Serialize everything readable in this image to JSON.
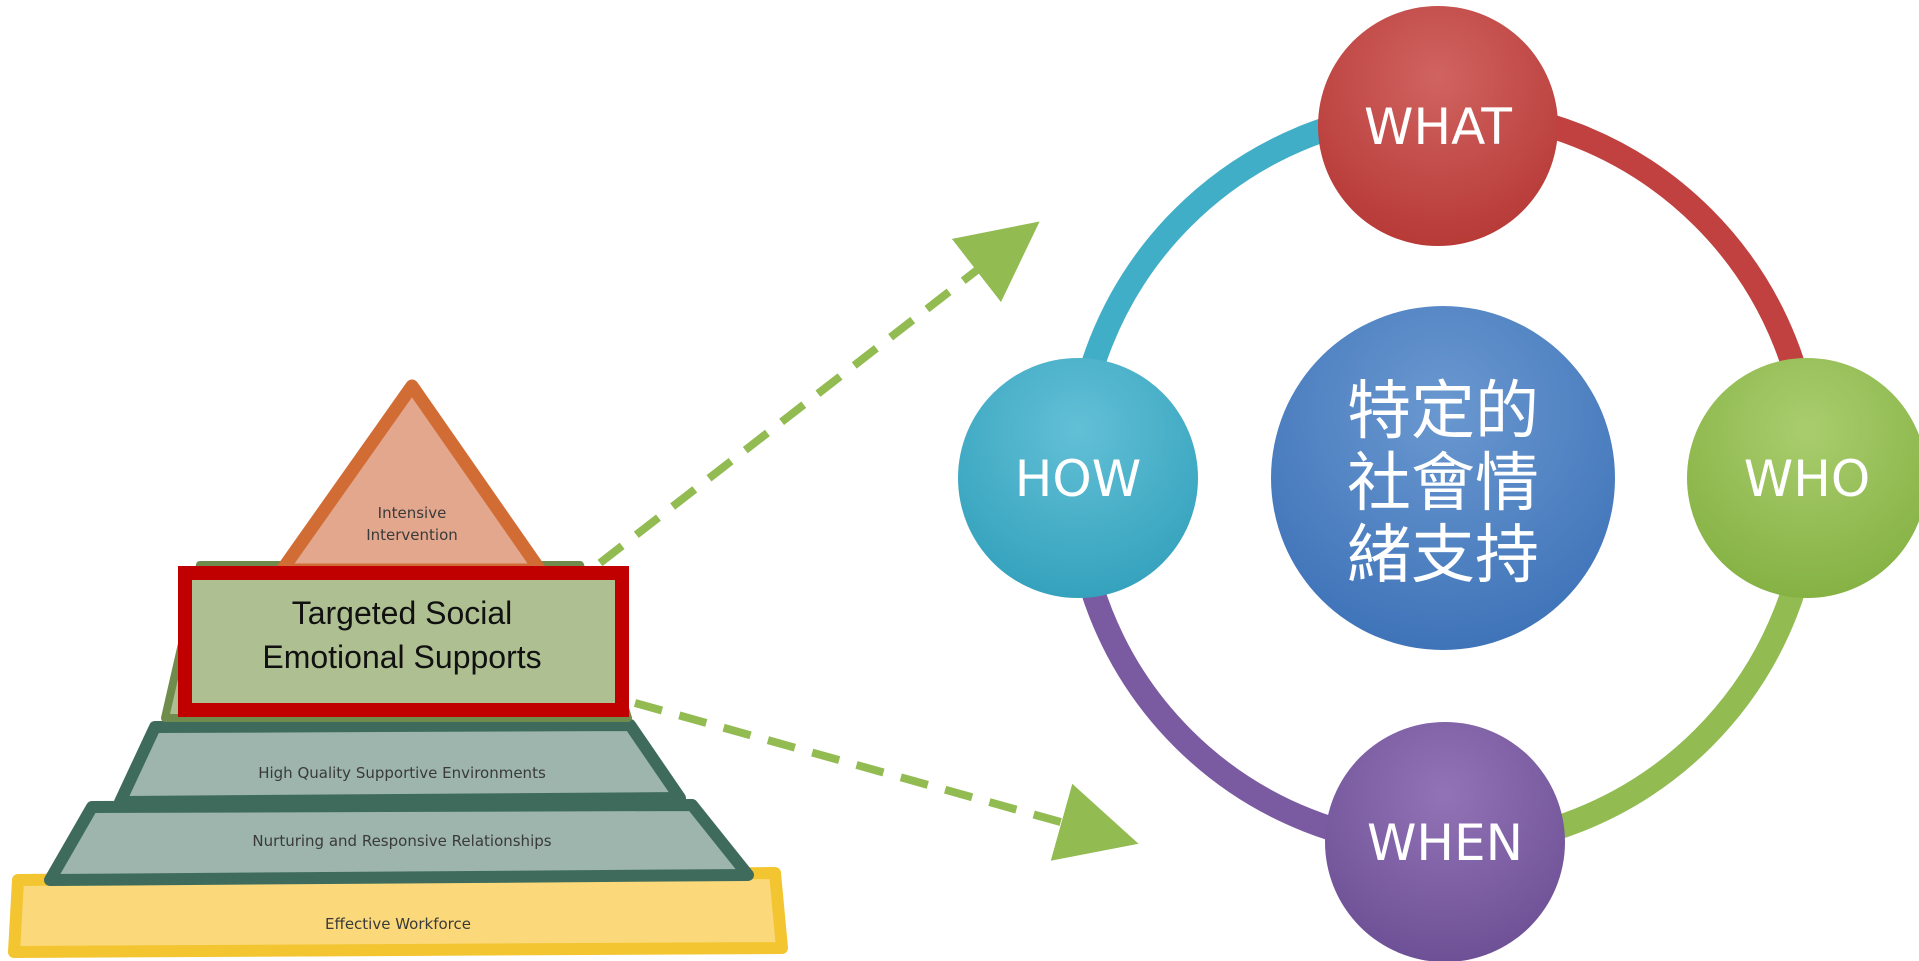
{
  "pyramid": {
    "tiers": {
      "top": "Intensive",
      "top_line2": "Intervention",
      "highlight_line1": "Targeted Social",
      "highlight_line2": "Emotional Supports",
      "third": "High Quality Supportive Environments",
      "fourth": "Nurturing and Responsive Relationships",
      "base": "Effective Workforce"
    },
    "colors": {
      "top_fill": "#e3a78e",
      "top_border": "#d26c35",
      "highlight_fill": "#aebf91",
      "highlight_border": "#c00000",
      "middle_fill": "#9db5ad",
      "middle_border": "#3e6b5c",
      "base_fill": "#fbd97a",
      "base_border": "#f2c531"
    }
  },
  "arrows": {
    "color": "#92bb52"
  },
  "cycle": {
    "center_line1": "特定的",
    "center_line2": "社會情",
    "center_line3": "緒支持",
    "nodes": {
      "what": "WHAT",
      "who": "WHO",
      "when": "WHEN",
      "how": "HOW"
    },
    "colors": {
      "what": "#c0413f",
      "who": "#92bb52",
      "when": "#7a5aa0",
      "how": "#41aec8",
      "center": "#4a7fc3"
    }
  }
}
